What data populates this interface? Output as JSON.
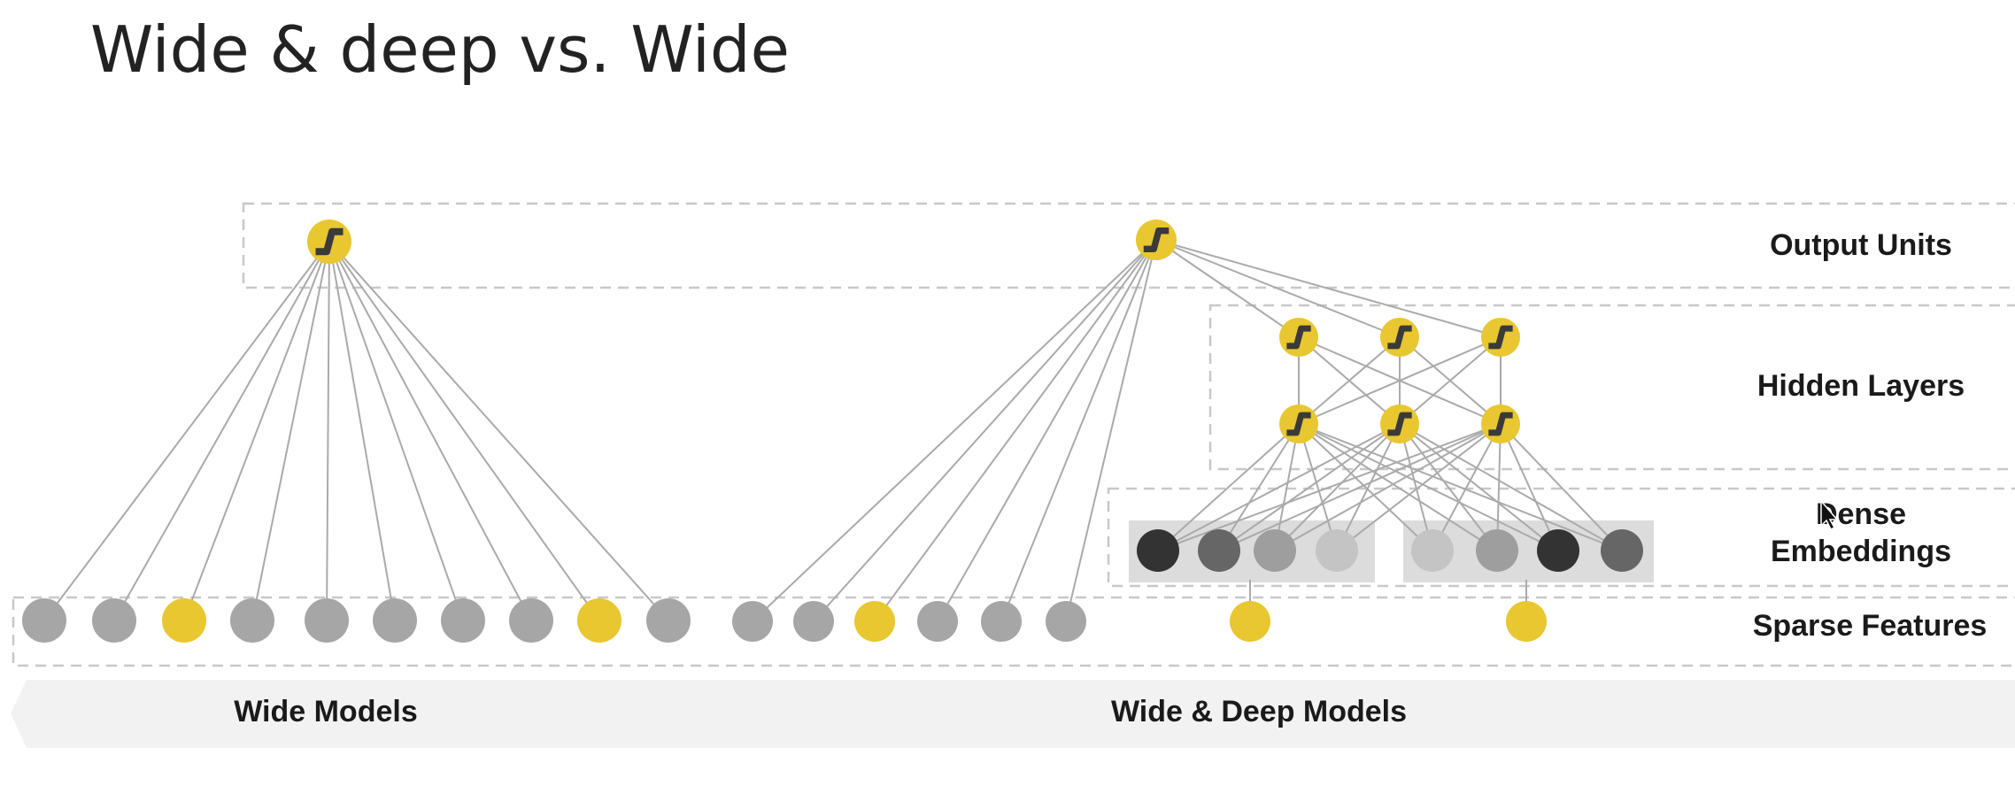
{
  "title": "Wide & deep vs. Wide",
  "layer_labels": {
    "output_units": "Output Units",
    "hidden_layers": "Hidden Layers",
    "dense_embeddings_line1": "Dense",
    "dense_embeddings_line2": "Embeddings",
    "sparse_features": "Sparse Features"
  },
  "bottom_bar": {
    "wide_label": "Wide Models",
    "wide_deep_label": "Wide & Deep Models"
  },
  "colors": {
    "active_feature": "#E8C730",
    "inactive_feature": "#A6A6A6",
    "edge": "#AAAAAA",
    "dashed_box": "#C8C8C8",
    "bottom_bar": "#F2F2F2",
    "embedding_group_bg": "#DCDCDC"
  },
  "wide_model": {
    "sparse_features": [
      "gray",
      "gray",
      "yellow",
      "gray",
      "gray",
      "gray",
      "gray",
      "gray",
      "yellow",
      "gray"
    ]
  },
  "wide_deep_model": {
    "sparse_features": [
      "gray",
      "gray",
      "yellow",
      "gray",
      "gray",
      "gray"
    ],
    "categorical_features": [
      "yellow",
      "yellow"
    ],
    "embedding_groups": [
      [
        "#333333",
        "#666666",
        "#9E9E9E",
        "#C4C4C4"
      ],
      [
        "#C4C4C4",
        "#9E9E9E",
        "#333333",
        "#666666"
      ]
    ],
    "hidden_layers": [
      3,
      3
    ]
  }
}
